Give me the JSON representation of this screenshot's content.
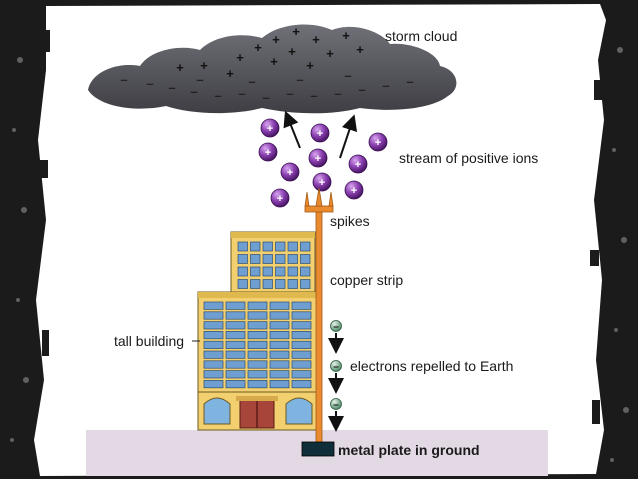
{
  "labels": {
    "storm_cloud": "storm cloud",
    "ions": "stream of positive ions",
    "spikes": "spikes",
    "copper": "copper strip",
    "building": "tall building",
    "electrons": "electrons repelled to Earth",
    "plate": "metal plate in ground"
  },
  "symbols": {
    "plus": "+",
    "minus": "–"
  },
  "colors": {
    "cloud": "#5f5f66",
    "ion": "#8a3fb0",
    "building": "#f2d070",
    "windows": "#6f9fd0",
    "copper": "#e98a2e",
    "ground": "#e3d9e4",
    "frame": "#1b1b1b"
  }
}
